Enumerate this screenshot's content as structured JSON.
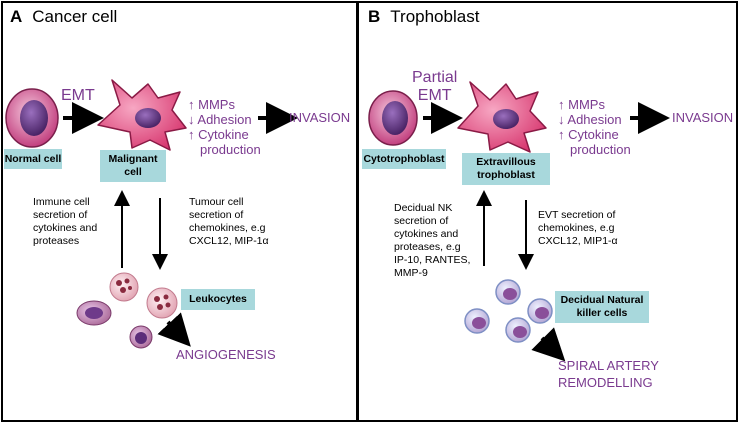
{
  "panel_a": {
    "letter": "A",
    "title": "Cancer cell",
    "process": "EMT",
    "cell_start": "Normal cell",
    "cell_end": "Malignant cell",
    "effects": [
      "↑ MMPs",
      "↓ Adhesion",
      "↑ Cytokine",
      "production"
    ],
    "outcome": "INVASION",
    "left_text": "Immune cell secretion of cytokines and proteases",
    "right_text": "Tumour cell secretion of chemokines, e.g CXCL12, MIP-1α",
    "immune_label": "Leukocytes",
    "bottom_outcome": "ANGIOGENESIS"
  },
  "panel_b": {
    "letter": "B",
    "title": "Trophoblast",
    "process_line1": "Partial",
    "process_line2": "EMT",
    "cell_start": "Cytotrophoblast",
    "cell_end": "Extravillous trophoblast",
    "effects": [
      "↑ MMPs",
      "↓ Adhesion",
      "↑ Cytokine",
      "production"
    ],
    "outcome": "INVASION",
    "left_text": "Decidual NK secretion of cytokines and proteases, e.g IP-10, RANTES, MMP-9",
    "right_text": "EVT secretion of chemokines, e.g CXCL12, MIP1-α",
    "immune_label": "Decidual Natural killer cells",
    "bottom_outcome_line1": "SPIRAL ARTERY",
    "bottom_outcome_line2": "REMODELLING"
  },
  "colors": {
    "purple_text": "#7a3a8f",
    "label_bg": "#a8d8dc",
    "malignant": "#e0457b",
    "normal": "#c2407f"
  }
}
